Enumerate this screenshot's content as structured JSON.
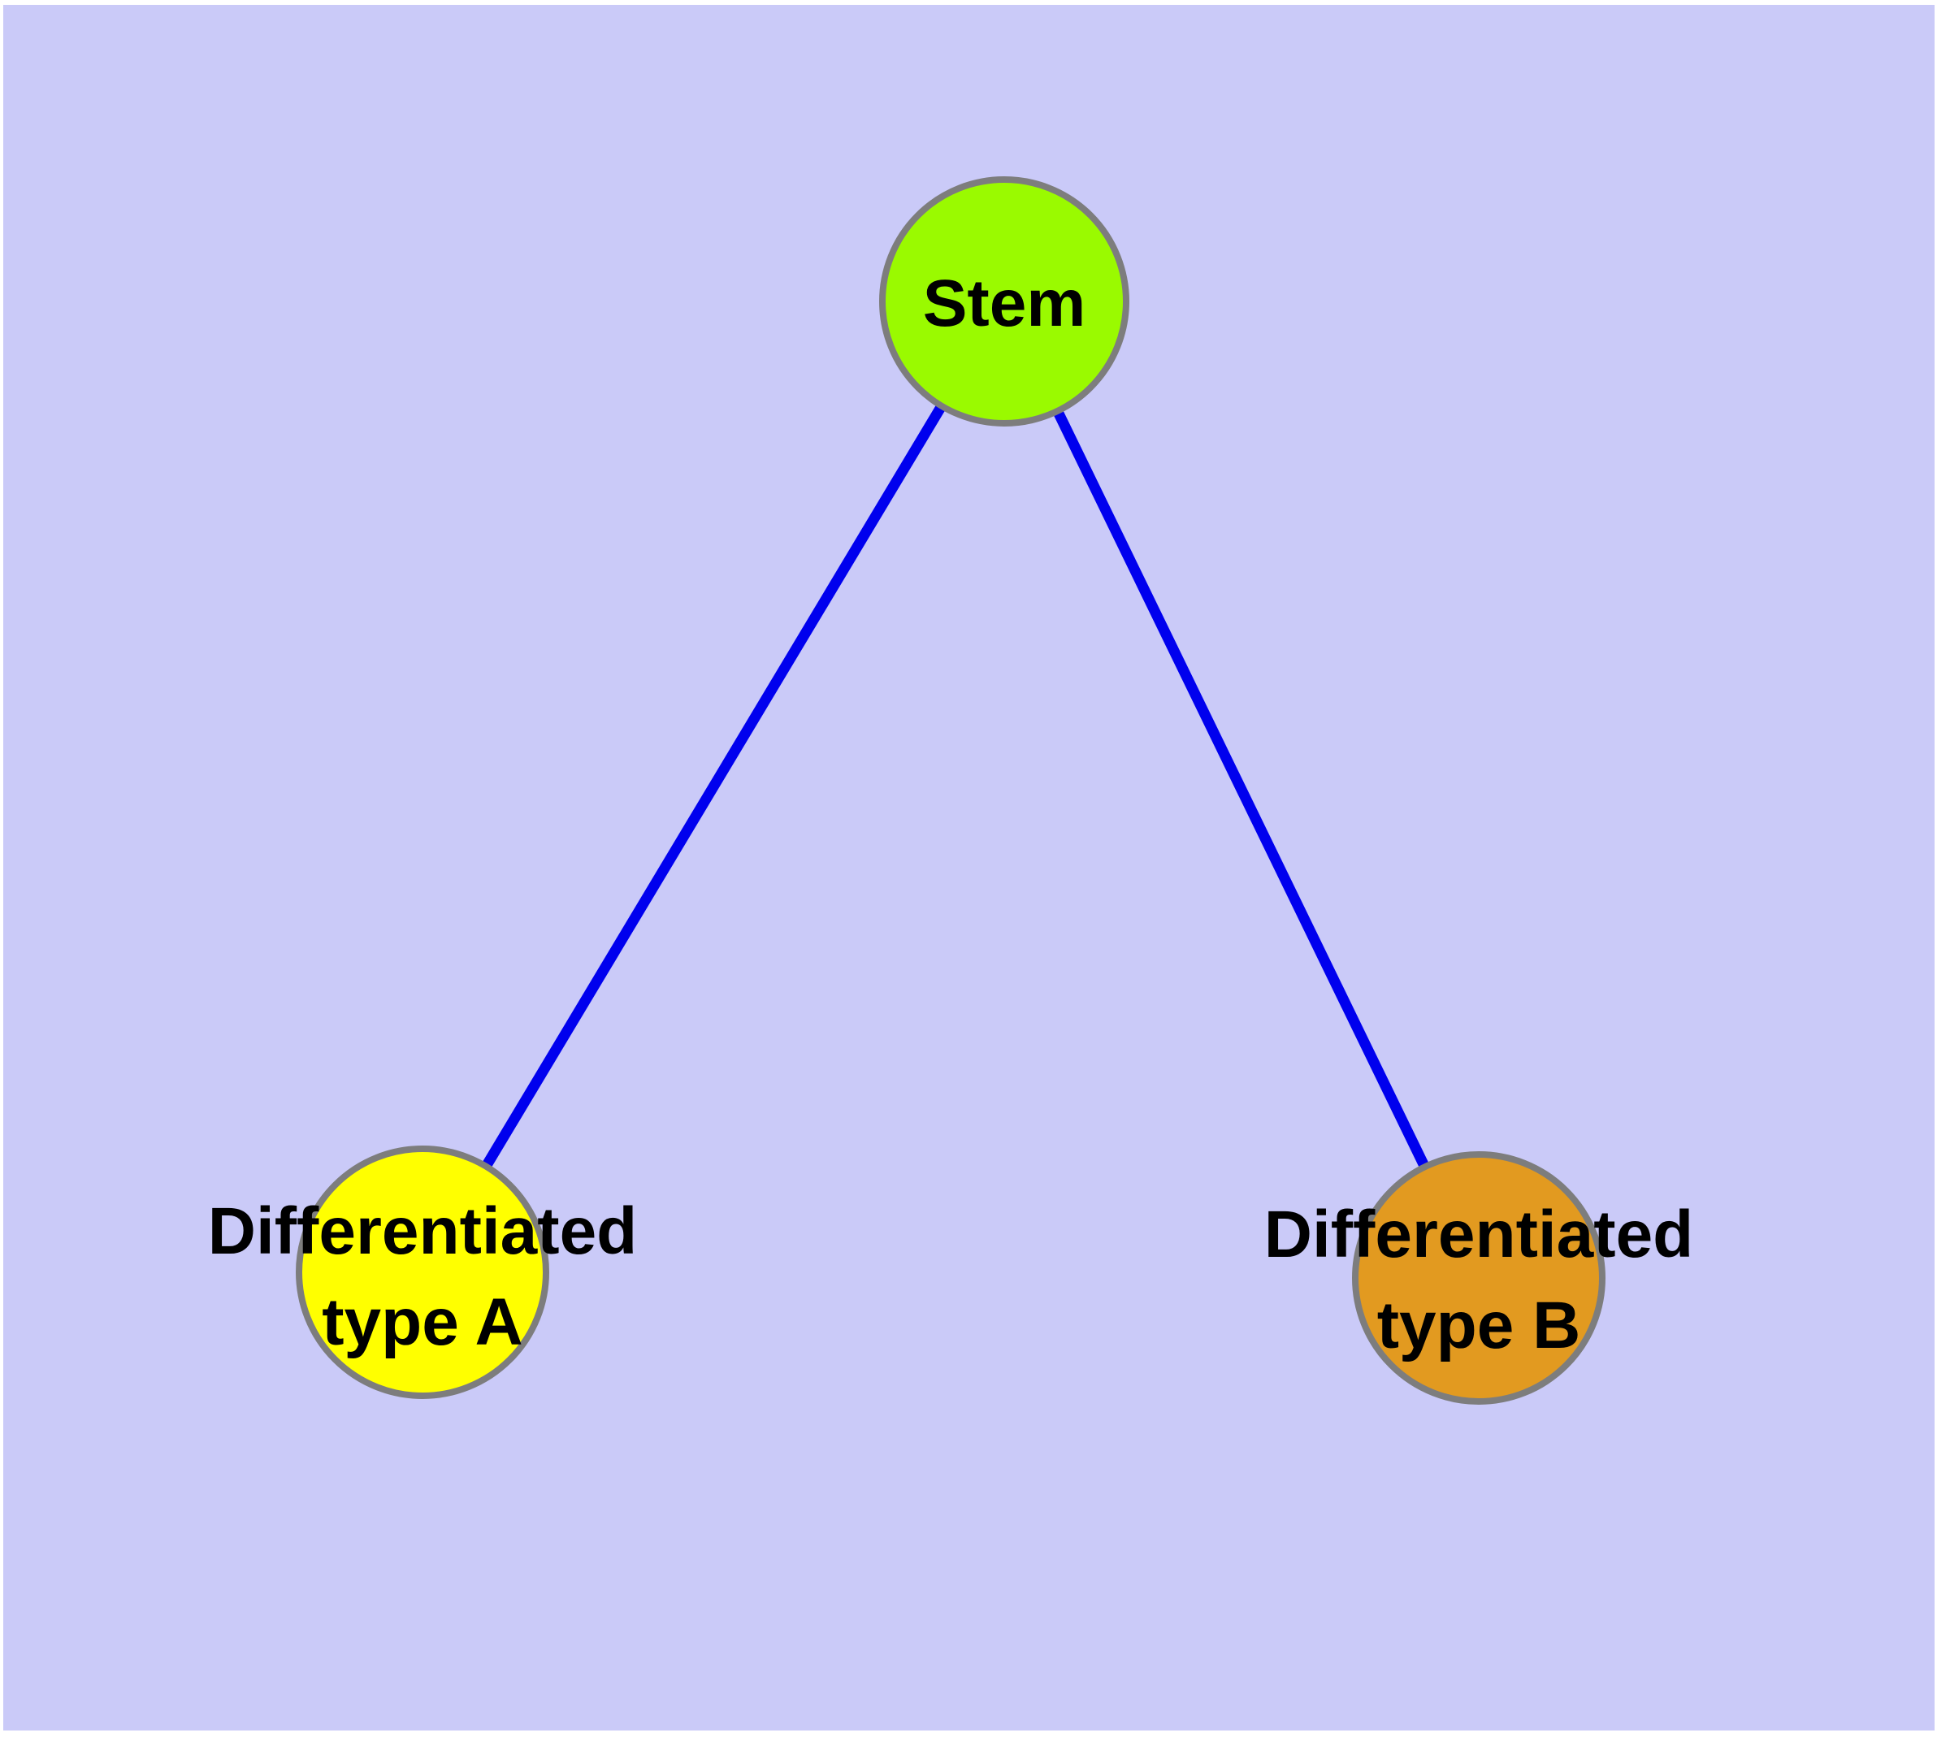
{
  "diagram": {
    "type": "node-link-graph",
    "background_color": "#CACAF8",
    "frame_color": "#FFFFFF",
    "edge_color": "#0000EE",
    "node_border_color": "#7D7D7D",
    "label_color": "#000000",
    "nodes": {
      "stem": {
        "label": "Stem",
        "color": "#9AFA00"
      },
      "type_a": {
        "label_line1": "Differentiated",
        "label_line2": "type A",
        "color": "#FFFF00"
      },
      "type_b": {
        "label_line1": "Differentiated",
        "label_line2": "type B",
        "color": "#E29A20"
      }
    },
    "edges": [
      {
        "from": "Stem",
        "to": "Differentiated type A"
      },
      {
        "from": "Stem",
        "to": "Differentiated type B"
      }
    ]
  }
}
